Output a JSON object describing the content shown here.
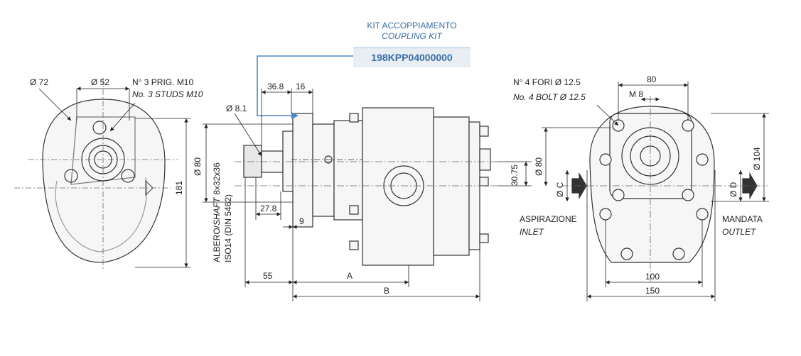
{
  "kit": {
    "title": "KIT ACCOPPIAMENTO",
    "subtitle": "COUPLING KIT",
    "code": "198KPP04000000"
  },
  "front_view": {
    "dim_outer": "Ø 72",
    "dim_pilot": "Ø 52",
    "studs_it": "N° 3 PRIG. M10",
    "studs_en": "No. 3 STUDS M10",
    "height": "181"
  },
  "side_view": {
    "dim_368": "36.8",
    "dim_16": "16",
    "dim_81": "Ø 8.1",
    "dim_80": "Ø 80",
    "shaft_it": "ALBERO/",
    "shaft_en": "SHAFT",
    "shaft_spec": "8x32x36",
    "shaft_std": "ISO14 (DIN 5462)",
    "dim_278": "27.8",
    "dim_9": "9",
    "dim_3075": "30.75",
    "dim_55": "55",
    "dim_a": "A",
    "dim_b": "B"
  },
  "rear_view": {
    "dim_80_top": "80",
    "dim_m8": "M 8",
    "bolts_it": "N° 4 FORI Ø 12.5",
    "bolts_en": "No. 4 BOLT Ø 12.5",
    "dim_80_left": "Ø 80",
    "dim_c": "Ø C",
    "dim_d": "Ø D",
    "dim_104": "Ø 104",
    "inlet_it": "ASPIRAZIONE",
    "inlet_en": "INLET",
    "outlet_it": "MANDATA",
    "outlet_en": "OUTLET",
    "dim_100": "100",
    "dim_150": "150"
  }
}
